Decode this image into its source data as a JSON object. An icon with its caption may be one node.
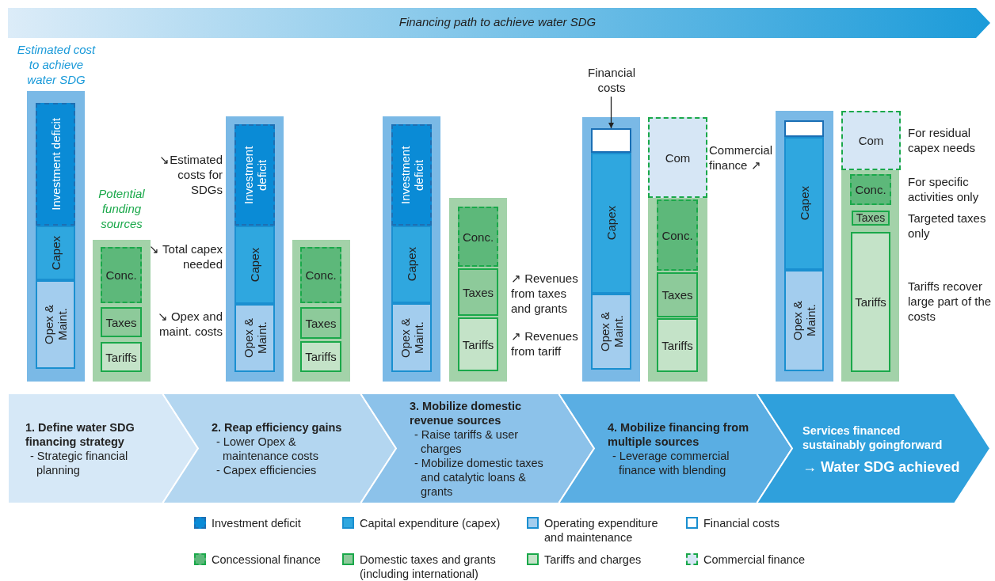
{
  "diagram": {
    "title": "Financing path to achieve water SDG",
    "nodes": [
      {
        "text": [
          "Estimated cost to achieve water SDG"
        ]
      },
      {
        "text": [
          "Investment deficit"
        ],
        "in": 0
      },
      {
        "text": [
          "Capex"
        ],
        "in": 0
      },
      {
        "text": [
          "Opex & Maint."
        ],
        "in": 0
      },
      {
        "text": [
          "Potential funding sources"
        ]
      },
      {
        "text": [
          "Conc."
        ],
        "in": 4
      },
      {
        "text": [
          "Taxes"
        ],
        "in": 4
      },
      {
        "text": [
          "Tariffs"
        ],
        "in": 4
      },
      {
        "text": [],
        "shape": "bar"
      },
      {
        "text": [
          "Investment deficit"
        ],
        "in": 8,
        "beside": [
          "↘Estimated costs for SDGs"
        ]
      },
      {
        "text": [
          "Capex"
        ],
        "in": 8,
        "beside": [
          "↘ Total capex needed"
        ]
      },
      {
        "text": [
          "Opex & Maint."
        ],
        "in": 8,
        "beside": [
          "↘ Opex and maint. costs"
        ]
      },
      {
        "text": [],
        "shape": "bar"
      },
      {
        "text": [
          "Conc."
        ],
        "in": 12
      },
      {
        "text": [
          "Taxes"
        ],
        "in": 12
      },
      {
        "text": [
          "Tariffs"
        ],
        "in": 12
      },
      {
        "text": [],
        "shape": "bar"
      },
      {
        "text": [
          "Investment deficit"
        ],
        "in": 16
      },
      {
        "text": [
          "Capex"
        ],
        "in": 16
      },
      {
        "text": [
          "Opex & Maint."
        ],
        "in": 16
      },
      {
        "text": [],
        "shape": "bar"
      },
      {
        "text": [
          "Conc."
        ],
        "in": 20
      },
      {
        "text": [
          "Taxes"
        ],
        "in": 20,
        "beside": [
          "↗ Revenues from taxes and grants"
        ]
      },
      {
        "text": [
          "Tariffs"
        ],
        "in": 20,
        "beside": [
          "↗ Revenues from tariff"
        ]
      },
      {
        "text": [
          "Financial costs"
        ]
      },
      {
        "text": [],
        "shape": "bar"
      },
      {
        "text": [],
        "shape": "box",
        "in": 25
      },
      {
        "text": [
          "Capex"
        ],
        "in": 25
      },
      {
        "text": [
          "Opex & Maint."
        ],
        "in": 25
      },
      {
        "text": [
          "Com"
        ],
        "beside": [
          "Commercial finance ↗"
        ]
      },
      {
        "text": [],
        "shape": "bar"
      },
      {
        "text": [
          "Conc."
        ],
        "in": 30
      },
      {
        "text": [
          "Taxes"
        ],
        "in": 30
      },
      {
        "text": [
          "Tariffs"
        ],
        "in": 30
      },
      {
        "text": [],
        "shape": "bar"
      },
      {
        "text": [],
        "shape": "box",
        "in": 34
      },
      {
        "text": [
          "Capex"
        ],
        "in": 34
      },
      {
        "text": [
          "Opex & Maint."
        ],
        "in": 34
      },
      {
        "text": [
          "Com"
        ],
        "beside": [
          "For residual capex needs"
        ]
      },
      {
        "text": [],
        "shape": "bar"
      },
      {
        "text": [
          "Conc."
        ],
        "in": 39,
        "beside": [
          "For specific activities only"
        ]
      },
      {
        "text": [
          "Taxes"
        ],
        "in": 39,
        "beside": [
          "Targeted taxes only"
        ]
      },
      {
        "text": [
          "Tariffs"
        ],
        "in": 39,
        "beside": [
          "Tariffs recover large part of the costs"
        ]
      },
      {
        "text": [
          "1. Define water SDG financing strategy",
          "- Strategic financial planning"
        ]
      },
      {
        "text": [
          "2. Reap efficiency gains",
          "- Lower Opex & maintenance costs",
          "- Capex efficiencies"
        ]
      },
      {
        "text": [
          "3. Mobilize domestic revenue sources",
          "- Raise tariffs & user charges",
          "- Mobilize domestic taxes and catalytic loans & grants"
        ]
      },
      {
        "text": [
          "4. Mobilize financing from multiple sources",
          "- Leverage commercial finance with blending"
        ]
      },
      {
        "text": [
          "Services financed sustainably goingforward",
          "→ Water SDG achieved"
        ]
      }
    ],
    "edges": [
      {
        "from": 24,
        "to": 26,
        "arrow": "to"
      }
    ],
    "legend": [
      {
        "text": "Investment deficit",
        "color": "#0a8bd6"
      },
      {
        "text": "Capital expenditure (capex)",
        "color": "#2fa7df"
      },
      {
        "text": "Operating expenditure and maintenance",
        "color": "#a3cdee"
      },
      {
        "text": "Financial costs",
        "color": "#ffffff"
      },
      {
        "text": "Concessional finance",
        "color": "#5db87a"
      },
      {
        "text": "Domestic taxes and grants (including international)",
        "color": "#8dca9a"
      },
      {
        "text": "Tariffs and charges",
        "color": "#c4e3c8"
      },
      {
        "text": "Commercial finance",
        "color": "#d6e6f5"
      }
    ]
  }
}
